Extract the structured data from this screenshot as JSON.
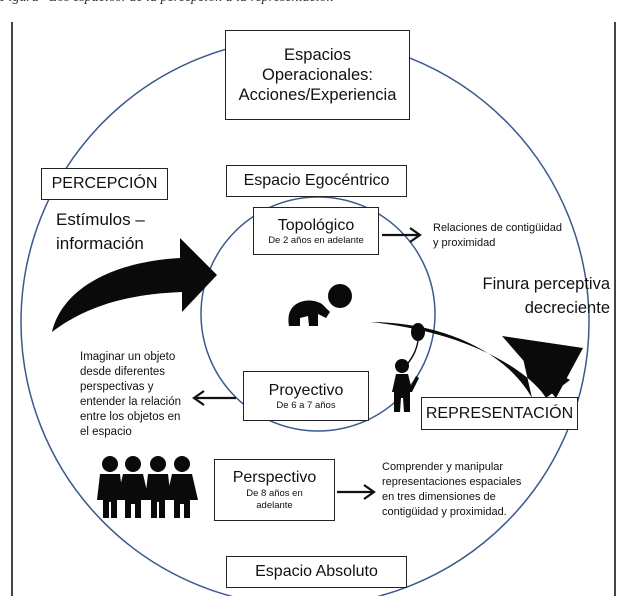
{
  "caption": "Figura · Los espacios: de la percepción a la representación",
  "spaces": {
    "operational": "Espacios Operacionales: Acciones/Experiencia",
    "egocentric": "Espacio Egocéntrico",
    "absolute": "Espacio Absoluto"
  },
  "perception": {
    "label": "PERCEPCIÓN",
    "stimuli": "Estímulos –\ninformación"
  },
  "representation": {
    "label": "REPRESENTACIÓN",
    "finesse": "Finura perceptiva\ndecreciente"
  },
  "stages": {
    "topological": {
      "title": "Topológico",
      "age": "De 2 años en adelante",
      "description": "Relaciones de contigüidad\ny proximidad"
    },
    "projective": {
      "title": "Proyectivo",
      "age": "De 6 a 7 años",
      "description": "Imaginar un objeto\ndesde diferentes\nperspectivas y\nentender la relación\nentre los objetos en\nel espacio"
    },
    "perspective": {
      "title": "Perspectivo",
      "age": "De 8 años en\nadelante",
      "description": "Comprender y manipular\nrepresentaciones espaciales\nen tres dimensiones de\ncontigüidad y proximidad."
    }
  },
  "colors": {
    "circle": "#3a5a8c",
    "ink": "#111111",
    "frame": "#444444"
  },
  "icons": [
    "crawling-baby-icon",
    "child-with-balloon-icon",
    "family-group-icon"
  ]
}
